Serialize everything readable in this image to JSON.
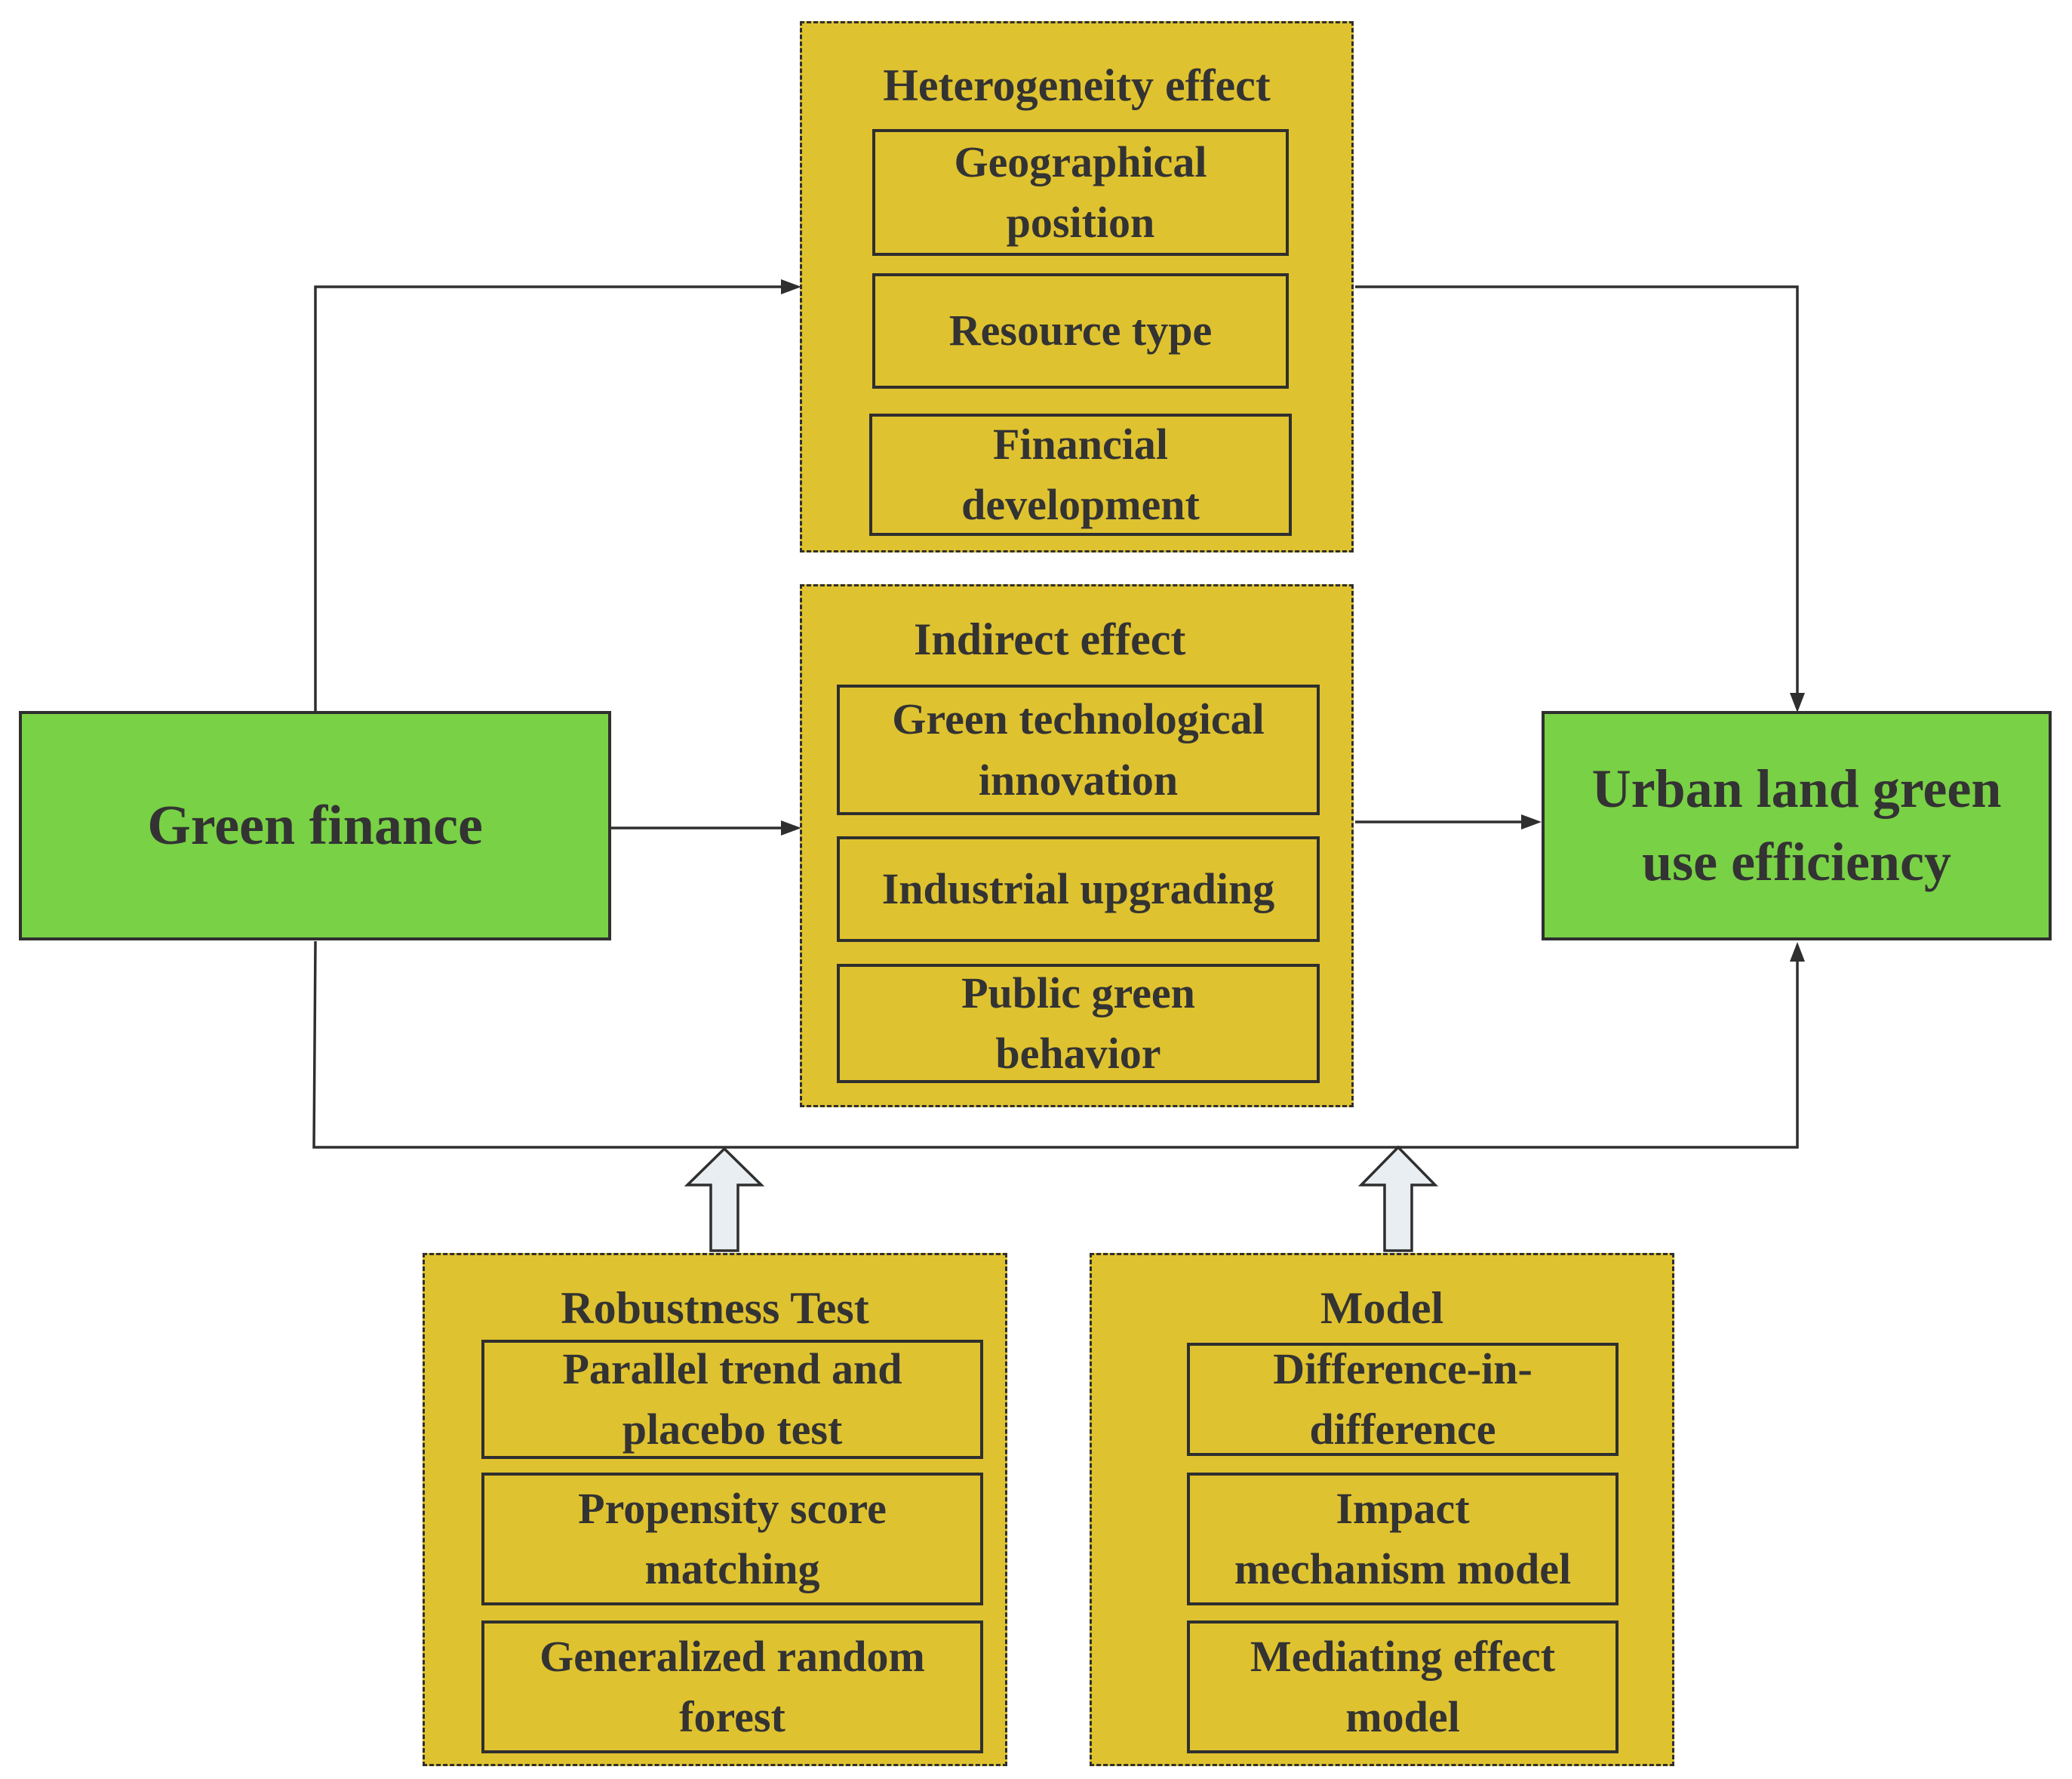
{
  "nodes": {
    "green_finance": "Green finance",
    "urban_land": "Urban land green\nuse efficiency"
  },
  "groups": {
    "heterogeneity": {
      "title": "Heterogeneity effect",
      "items": [
        "Geographical\nposition",
        "Resource type",
        "Financial\ndevelopment"
      ]
    },
    "indirect": {
      "title": "Indirect effect",
      "items": [
        "Green technological\ninnovation",
        "Industrial upgrading",
        "Public green\nbehavior"
      ]
    },
    "robustness": {
      "title": "Robustness Test",
      "items": [
        "Parallel trend and\nplacebo test",
        "Propensity score\nmatching",
        "Generalized random\nforest"
      ]
    },
    "model": {
      "title": "Model",
      "items": [
        "Difference-in-\ndifference",
        "Impact\nmechanism model",
        "Mediating effect\nmodel"
      ]
    }
  },
  "colors": {
    "node_fill": "#79d145",
    "group_fill": "#dfc22f",
    "stroke": "#2f2f2f",
    "text": "#333333",
    "hollow_arrow_fill": "#e8eef2"
  }
}
